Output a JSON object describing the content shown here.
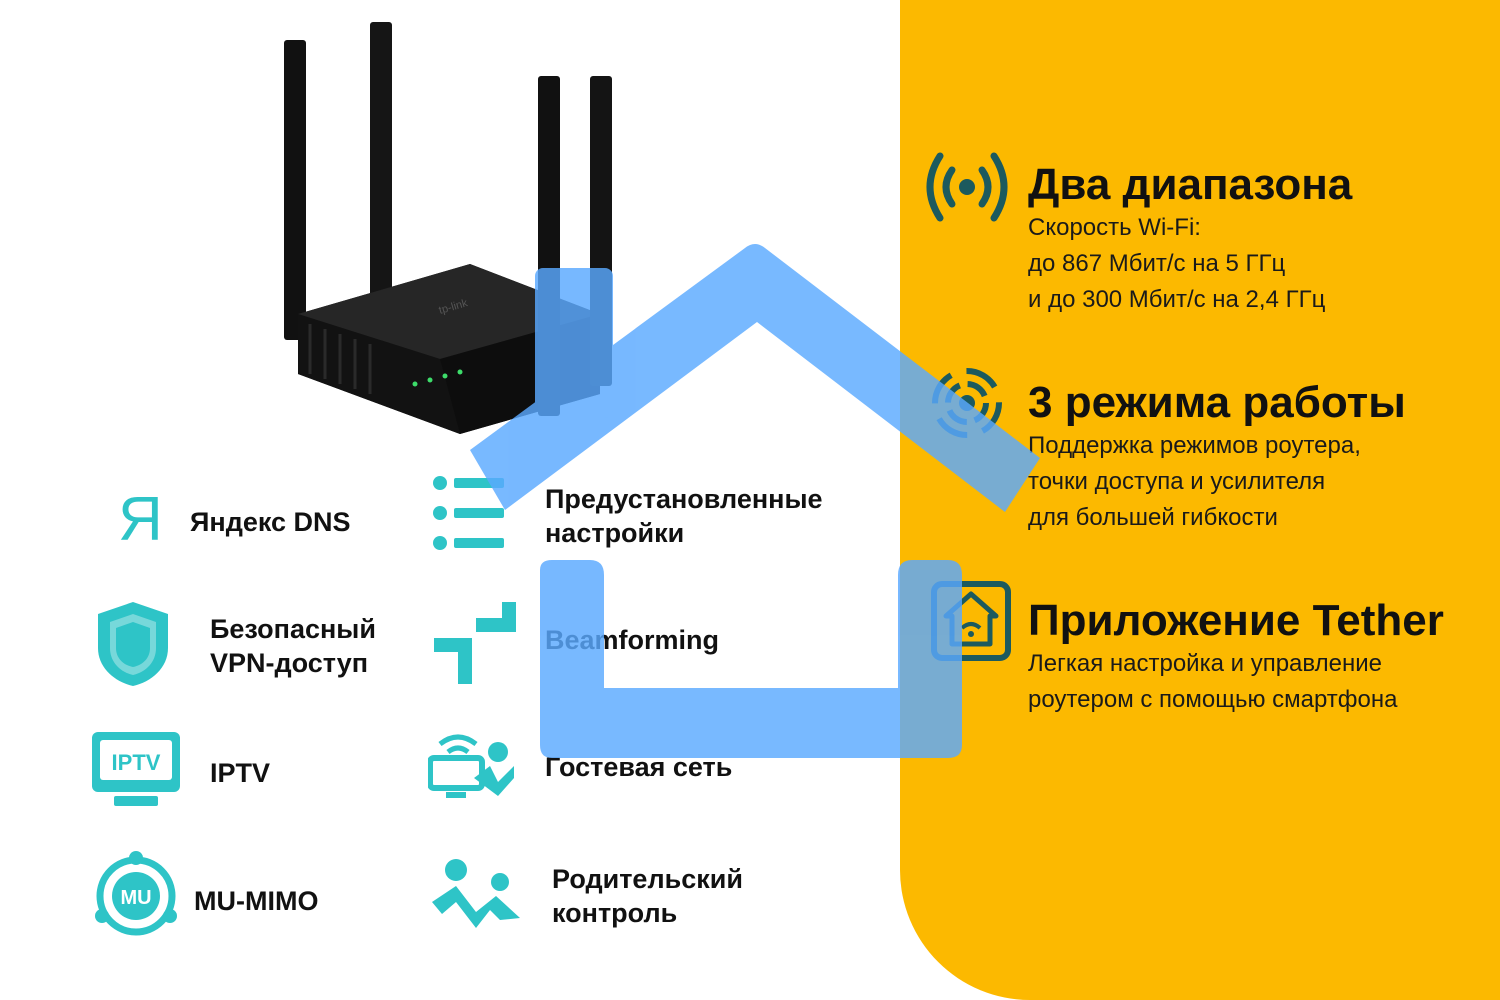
{
  "colors": {
    "accent_yellow": "#fcb900",
    "icon_teal": "#2ec4c7",
    "icon_dark_teal": "#1c5a5e",
    "overlay_blue": "#5aa9ff"
  },
  "features_left": [
    {
      "icon": "yandex-letter-icon",
      "glyph": "Я",
      "label_lines": [
        "Яндекс DNS"
      ]
    },
    {
      "icon": "list-icon",
      "label_lines": [
        "Предустановленные",
        "настройки"
      ]
    },
    {
      "icon": "shield-icon",
      "label_lines": [
        "Безопасный",
        "VPN-доступ"
      ]
    },
    {
      "icon": "beamforming-icon",
      "label_lines": [
        "Beamforming"
      ]
    },
    {
      "icon": "tv-icon",
      "screen_text": "IPTV",
      "label_lines": [
        "IPTV"
      ]
    },
    {
      "icon": "guest-network-icon",
      "label_lines": [
        "Гостевая сеть"
      ]
    },
    {
      "icon": "mu-mimo-icon",
      "badge_text": "MU",
      "label_lines": [
        "MU-MIMO"
      ]
    },
    {
      "icon": "parental-control-icon",
      "label_lines": [
        "Родительский",
        "контроль"
      ]
    }
  ],
  "features_right": [
    {
      "icon": "dual-band-wifi-icon",
      "title": "Два диапазона",
      "desc_lines": [
        "Скорость Wi-Fi:",
        "до 867 Мбит/с на 5 ГГц",
        "и до 300 Мбит/с на 2,4 ГГц"
      ]
    },
    {
      "icon": "modes-wifi-icon",
      "title": "3 режима работы",
      "desc_lines": [
        "Поддержка режимов роутера,",
        "точки доступа и усилителя",
        "для большей гибкости"
      ]
    },
    {
      "icon": "tether-app-icon",
      "title": "Приложение Tether",
      "desc_lines": [
        "Легкая настройка и управление",
        "роутером с помощью смартфона"
      ]
    }
  ],
  "product": {
    "brand_text": "tp-link"
  }
}
